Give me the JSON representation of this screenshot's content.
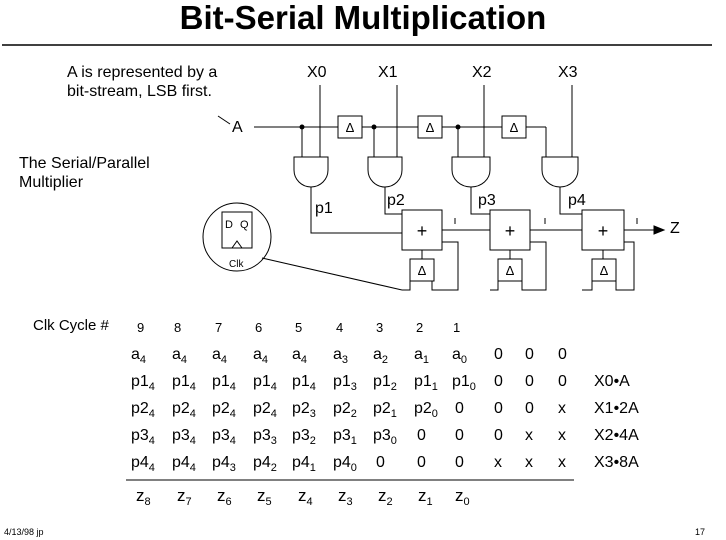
{
  "title": "Bit-Serial Multiplication",
  "note": {
    "line1": "A is represented by a",
    "line2": "bit-stream, LSB first."
  },
  "subtitle": {
    "line1": "The Serial/Parallel",
    "line2": "Multiplier"
  },
  "signals": {
    "input_label": "A",
    "x_labels": [
      "X0",
      "X1",
      "X2",
      "X3"
    ],
    "p_labels": [
      "p1",
      "p2",
      "p3",
      "p4"
    ],
    "output_label": "Z",
    "delay_symbol": "Δ",
    "adder_symbol": "+"
  },
  "flipflop": {
    "d": "D",
    "q": "Q",
    "clk": "Clk"
  },
  "table": {
    "clk_label": "Clk Cycle #",
    "cycles": [
      "9",
      "8",
      "7",
      "6",
      "5",
      "4",
      "3",
      "2",
      "1"
    ],
    "rows": [
      [
        "a4",
        "a4",
        "a4",
        "a4",
        "a4",
        "a3",
        "a2",
        "a1",
        "a0",
        "0",
        "0",
        "0"
      ],
      [
        "p14",
        "p14",
        "p14",
        "p14",
        "p14",
        "p13",
        "p12",
        "p11",
        "p10",
        "0",
        "0",
        "0"
      ],
      [
        "p24",
        "p24",
        "p24",
        "p24",
        "p23",
        "p22",
        "p21",
        "p20",
        "0",
        "0",
        "0",
        "x"
      ],
      [
        "p34",
        "p34",
        "p34",
        "p33",
        "p32",
        "p31",
        "p30",
        "0",
        "0",
        "0",
        "x",
        "x"
      ],
      [
        "p44",
        "p44",
        "p43",
        "p42",
        "p41",
        "p40",
        "0",
        "0",
        "0",
        "x",
        "x",
        "x"
      ]
    ],
    "row_labels": [
      "",
      "X0•A",
      "X1•2A",
      "X2•4A",
      "X3•8A"
    ],
    "z_row": [
      "z8",
      "z7",
      "z6",
      "z5",
      "z4",
      "z3",
      "z2",
      "z1",
      "z0"
    ]
  },
  "footer": {
    "left": "4/13/98 jp",
    "right": "17"
  }
}
